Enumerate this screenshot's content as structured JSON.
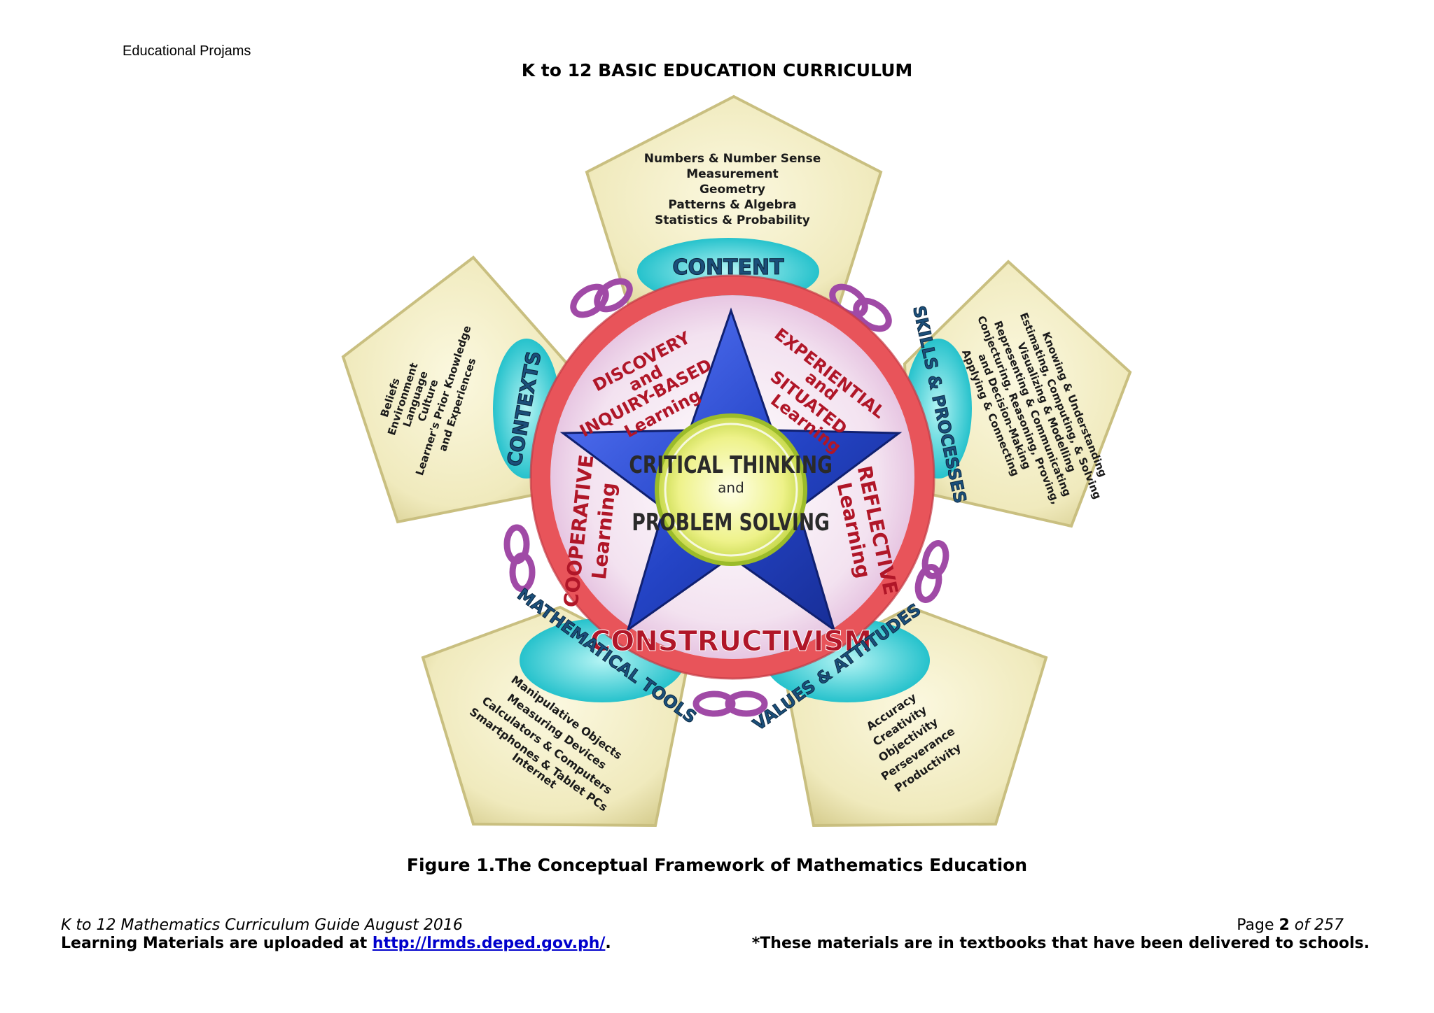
{
  "header": {
    "note": "Educational Projams",
    "title": "K to 12 BASIC EDUCATION CURRICULUM"
  },
  "figure": {
    "center": {
      "line1": "CRITICAL THINKING",
      "and": "and",
      "line2": "PROBLEM SOLVING"
    },
    "approaches": {
      "top_left": [
        "DISCOVERY",
        "and",
        "INQUIRY-BASED",
        "Learning"
      ],
      "top_right": [
        "EXPERIENTIAL",
        "and",
        "SITUATED",
        "Learning"
      ],
      "left": [
        "COOPERATIVE",
        "Learning"
      ],
      "right": [
        "REFLECTIVE",
        "Learning"
      ],
      "bottom": "CONSTRUCTIVISM"
    },
    "pentagons": {
      "content": {
        "label": "CONTENT",
        "items": [
          "Numbers & Number Sense",
          "Measurement",
          "Geometry",
          "Patterns & Algebra",
          "Statistics & Probability"
        ]
      },
      "skills": {
        "label": "SKILLS & PROCESSES",
        "items": [
          "Knowing & Understanding",
          "Estimating, Computing, & Solving",
          "Visualizing & Modelling",
          "Representing & Communicating",
          "Conjecturing, Reasoning, Proving,",
          "and Decision-Making",
          "Applying & Connecting"
        ]
      },
      "values": {
        "label": "VALUES & ATTITUDES",
        "items": [
          "Accuracy",
          "Creativity",
          "Objectivity",
          "Perseverance",
          "Productivity"
        ]
      },
      "tools": {
        "label": "MATHEMATICAL TOOLS",
        "items": [
          "Manipulative Objects",
          "Measuring Devices",
          "Calculators & Computers",
          "Smartphones & Tablet PCs",
          "Internet"
        ]
      },
      "contexts": {
        "label": "CONTEXTS",
        "items": [
          "Beliefs",
          "Environment",
          "Language",
          "Culture",
          "Learner's Prior Knowledge",
          "and Experiences"
        ]
      }
    },
    "caption": "Figure 1.The Conceptual Framework of Mathematics Education"
  },
  "footer": {
    "guide": "K to 12 Mathematics Curriculum Guide August 2016",
    "uploaded_prefix": "Learning Materials are uploaded at ",
    "link": "http://lrmds.deped.gov.ph/",
    "uploaded_suffix": ".",
    "page_label": "Page ",
    "page_number": "2",
    "page_of": " of 257",
    "note": "*These materials are in textbooks that have been delivered to schools."
  },
  "colors": {
    "pentagon_fill": "#f2edc4",
    "ring": "#e8545a",
    "star": "#2a49c8",
    "teal_band": "#3fd0d6",
    "chain": "#a04aa6",
    "approach_text": "#b01628"
  }
}
